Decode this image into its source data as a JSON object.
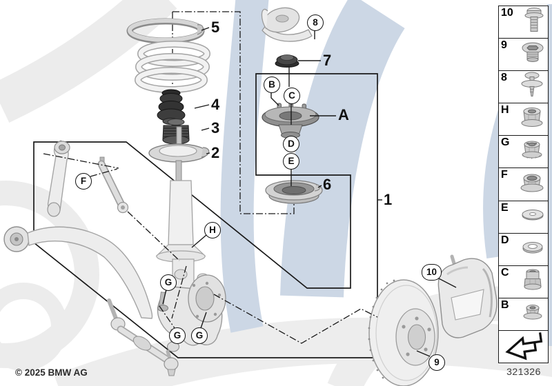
{
  "title": "Repair kit front suspension strut exploded diagram",
  "footer": {
    "copyright": "© 2025 BMW AG",
    "diagram_number": "321326"
  },
  "colors": {
    "accent_blue": "#ccd7e5",
    "watermark_gray": "#ececec",
    "line_black": "#1a1a1a",
    "part_dark": "#3a3a3a",
    "part_gray": "#d9d9d9"
  },
  "callouts": {
    "n5": "5",
    "n4": "4",
    "n3": "3",
    "n2": "2",
    "n7": "7",
    "n6": "6",
    "n1": "1",
    "A": "A",
    "c8": "8",
    "B": "B",
    "C": "C",
    "D": "D",
    "E": "E",
    "F": "F",
    "H": "H",
    "G1": "G",
    "G2": "G",
    "G3": "G",
    "c10": "10",
    "c9": "9"
  },
  "sidebar": {
    "items": [
      {
        "label": "10",
        "icon": "flange-bolt-icon"
      },
      {
        "label": "9",
        "icon": "screw-plug-icon"
      },
      {
        "label": "8",
        "icon": "expanding-rivet-icon"
      },
      {
        "label": "H",
        "icon": "flange-nut-tall-icon"
      },
      {
        "label": "G",
        "icon": "hex-lock-nut-icon"
      },
      {
        "label": "F",
        "icon": "collar-nut-icon"
      },
      {
        "label": "E",
        "icon": "flat-washer-icon"
      },
      {
        "label": "D",
        "icon": "conical-washer-icon"
      },
      {
        "label": "C",
        "icon": "lock-nut-icon"
      },
      {
        "label": "B",
        "icon": "small-flange-nut-icon"
      },
      {
        "label": "",
        "icon": "return-arrow-icon"
      }
    ]
  }
}
